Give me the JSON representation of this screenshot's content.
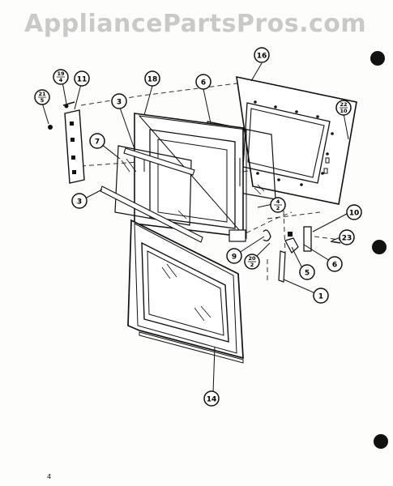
{
  "watermark": "AppliancePartsPros.com",
  "page_number": "4",
  "callouts": {
    "c1": "1",
    "c3a": "3",
    "c3b": "3",
    "c5": "5",
    "c6a": "6",
    "c6b": "6",
    "c7": "7",
    "c9": "9",
    "c10": "10",
    "c11": "11",
    "c14": "14",
    "c16": "16",
    "c18": "18",
    "c23": "23",
    "c19_4": {
      "top": "19",
      "bottom": "4"
    },
    "c21_5": {
      "top": "21",
      "bottom": "5"
    },
    "c22_10": {
      "top": "22",
      "bottom": "10"
    },
    "c4_2": {
      "top": "4",
      "bottom": "2"
    },
    "c20_2": {
      "top": "20",
      "bottom": "2"
    }
  }
}
